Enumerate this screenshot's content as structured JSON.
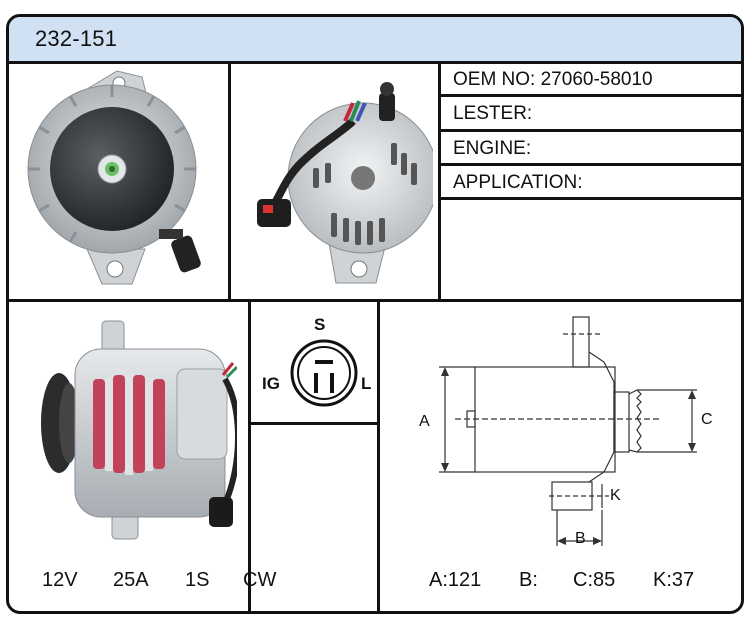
{
  "header": {
    "part_number": "232-151"
  },
  "info": {
    "oem": "OEM NO: 27060-58010",
    "lester": "LESTER:",
    "engine": "ENGINE:",
    "application": "APPLICATION:"
  },
  "connector": {
    "pin_s": "S",
    "pin_ig": "IG",
    "pin_l": "L"
  },
  "specs": {
    "voltage": "12V",
    "amperage": "25A",
    "pulley": "1S",
    "rotation": "CW"
  },
  "dimensions": {
    "a_label": "A",
    "b_label": "B",
    "c_label": "C",
    "k_label": "K",
    "a_value": "A:121",
    "b_value": "B:",
    "c_value": "C:85",
    "k_value": "K:37"
  }
}
